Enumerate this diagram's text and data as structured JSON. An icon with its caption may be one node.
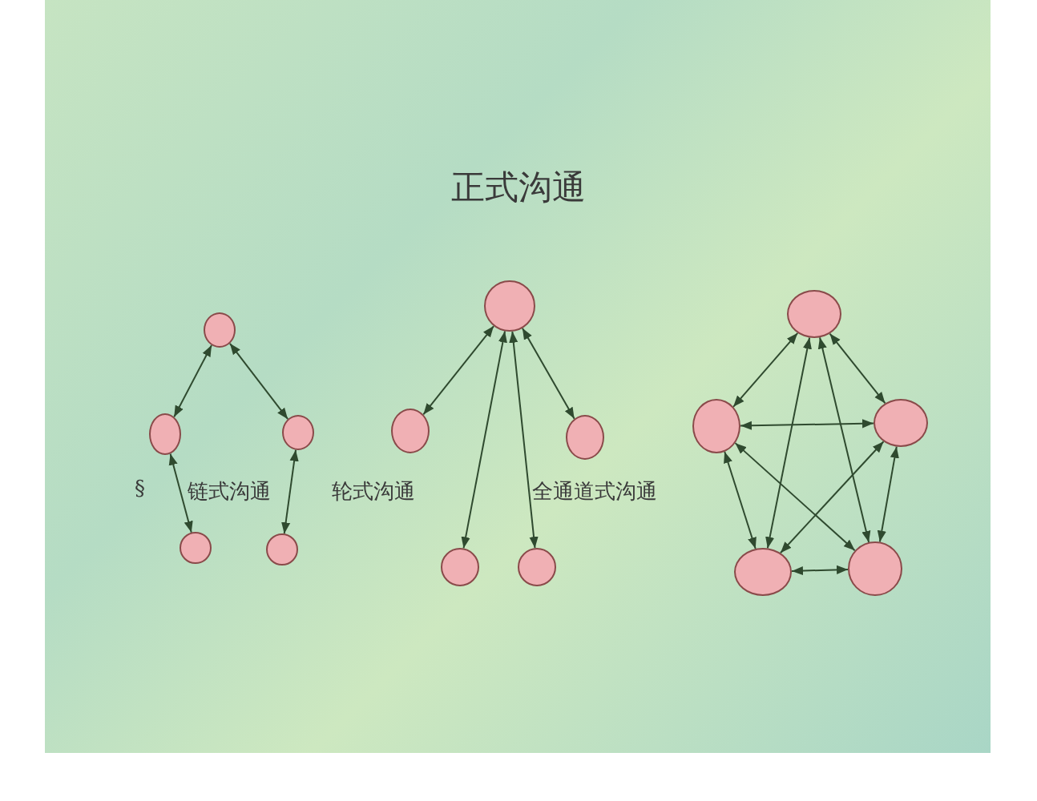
{
  "diagram": {
    "title": "正式沟通",
    "nodes": [
      {
        "text": [],
        "shape": "circle"
      },
      {
        "text": [],
        "shape": "circle"
      },
      {
        "text": [],
        "shape": "circle"
      },
      {
        "text": [],
        "shape": "circle"
      },
      {
        "text": [],
        "shape": "circle"
      },
      {
        "text": [],
        "shape": "circle"
      },
      {
        "text": [],
        "shape": "circle"
      },
      {
        "text": [],
        "shape": "circle"
      },
      {
        "text": [],
        "shape": "circle"
      },
      {
        "text": [],
        "shape": "circle"
      },
      {
        "text": [],
        "shape": "circle"
      },
      {
        "text": [],
        "shape": "circle"
      },
      {
        "text": [],
        "shape": "circle"
      },
      {
        "text": [],
        "shape": "circle"
      },
      {
        "text": [],
        "shape": "circle"
      }
    ],
    "edges": [
      {
        "from": 0,
        "to": 1,
        "arrow": "both"
      },
      {
        "from": 0,
        "to": 2,
        "arrow": "both"
      },
      {
        "from": 1,
        "to": 3,
        "arrow": "both"
      },
      {
        "from": 2,
        "to": 4,
        "arrow": "both"
      },
      {
        "from": 5,
        "to": 6,
        "arrow": "both"
      },
      {
        "from": 5,
        "to": 7,
        "arrow": "both"
      },
      {
        "from": 5,
        "to": 8,
        "arrow": "both"
      },
      {
        "from": 5,
        "to": 9,
        "arrow": "both"
      },
      {
        "from": 10,
        "to": 11,
        "arrow": "both"
      },
      {
        "from": 10,
        "to": 12,
        "arrow": "both"
      },
      {
        "from": 10,
        "to": 13,
        "arrow": "both"
      },
      {
        "from": 10,
        "to": 14,
        "arrow": "both"
      },
      {
        "from": 11,
        "to": 12,
        "arrow": "both"
      },
      {
        "from": 11,
        "to": 13,
        "arrow": "both"
      },
      {
        "from": 11,
        "to": 14,
        "arrow": "both"
      },
      {
        "from": 12,
        "to": 13,
        "arrow": "both"
      },
      {
        "from": 12,
        "to": 14,
        "arrow": "both"
      },
      {
        "from": 13,
        "to": 14,
        "arrow": "both"
      }
    ],
    "labels": [
      "§",
      "链式沟通",
      "轮式沟通",
      "全通道式沟通"
    ]
  }
}
